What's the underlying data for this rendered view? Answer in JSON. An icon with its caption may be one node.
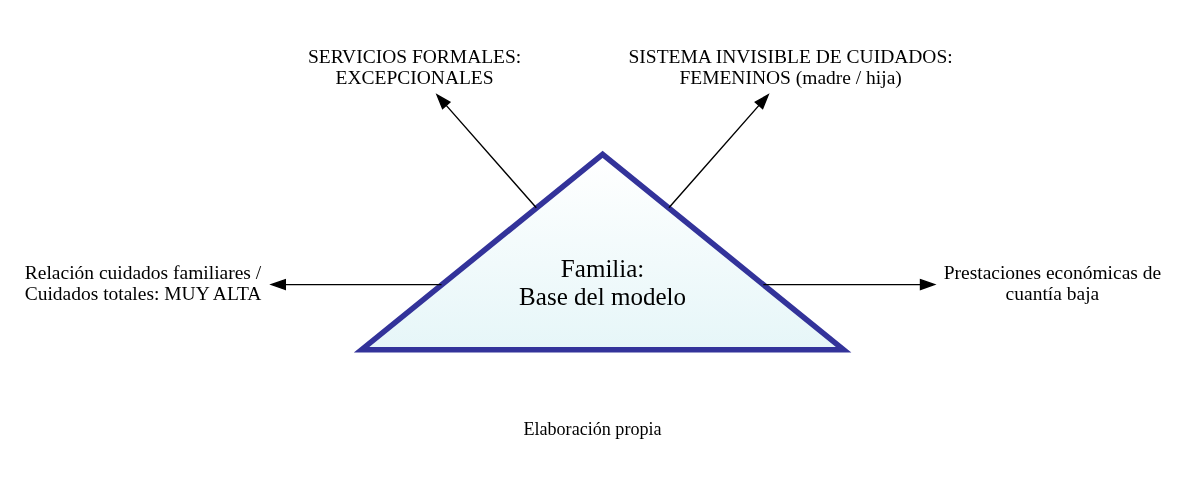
{
  "diagram": {
    "caption": "Elaboración propia",
    "nodes": [
      {
        "text": [
          "Familia:",
          "Base del modelo"
        ]
      },
      {
        "text": [
          "SERVICIOS FORMALES: EXCEPCIONALES"
        ]
      },
      {
        "text": [
          "SISTEMA INVISIBLE DE CUIDADOS: FEMENINOS (madre / hija)"
        ]
      },
      {
        "text": [
          "Relación cuidados familiares / Cuidados totales: MUY ALTA"
        ]
      },
      {
        "text": [
          "Prestaciones económicas de cuantía baja"
        ]
      }
    ],
    "edges": [
      {
        "from": 0,
        "to": 1,
        "arrow": "to"
      },
      {
        "from": 0,
        "to": 2,
        "arrow": "to"
      },
      {
        "from": 0,
        "to": 3,
        "arrow": "to"
      },
      {
        "from": 0,
        "to": 4,
        "arrow": "to"
      }
    ]
  }
}
